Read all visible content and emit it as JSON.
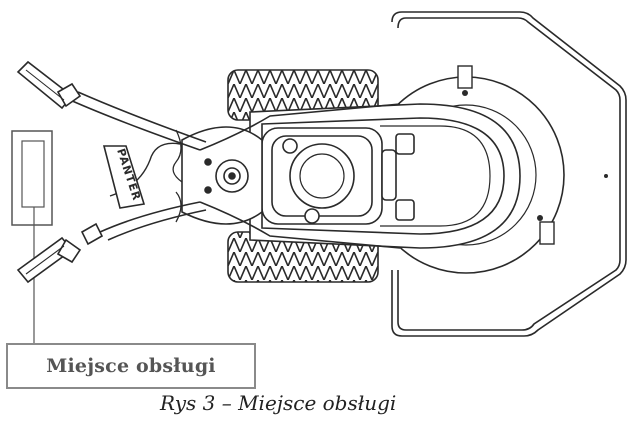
{
  "figure": {
    "brand_text": "PANTER",
    "callout_label": "Miejsce obsługi",
    "caption": "Rys 3 – Miejsce obsługi"
  },
  "colors": {
    "line": "#2a2a2a",
    "callout_border": "#8a8a8a",
    "callout_text": "#555555"
  }
}
